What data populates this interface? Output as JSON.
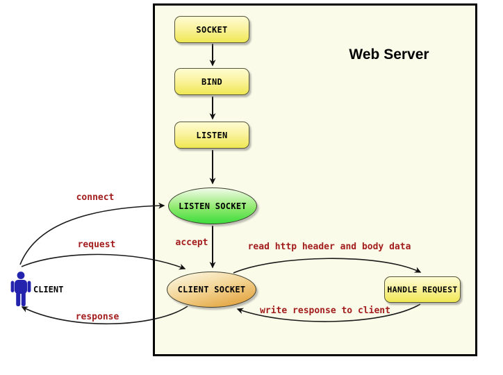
{
  "title": "Web Server",
  "client": {
    "label": "CLIENT"
  },
  "nodes": {
    "socket": {
      "label": "SOCKET"
    },
    "bind": {
      "label": "BIND"
    },
    "listen": {
      "label": "LISTEN"
    },
    "listen_socket": {
      "label": "LISTEN SOCKET"
    },
    "client_socket": {
      "label": "CLIENT SOCKET"
    },
    "handle_request": {
      "label": "HANDLE REQUEST"
    }
  },
  "edges": {
    "connect": {
      "label": "connect"
    },
    "request": {
      "label": "request"
    },
    "response": {
      "label": "response"
    },
    "accept": {
      "label": "accept"
    },
    "read_http": {
      "label": "read http header and body data"
    },
    "write_response": {
      "label": "write response to client"
    }
  },
  "colors": {
    "edge_label_red": "#a31d1d",
    "client_blue": "#2323ae",
    "server_background": "#fbfbe9",
    "node_yellow_top": "#fefcd2",
    "node_yellow_bottom": "#efe752",
    "listen_socket_green": "#3cdc3c",
    "client_socket_orange": "#e0992d",
    "arrow_black": "#111111"
  }
}
